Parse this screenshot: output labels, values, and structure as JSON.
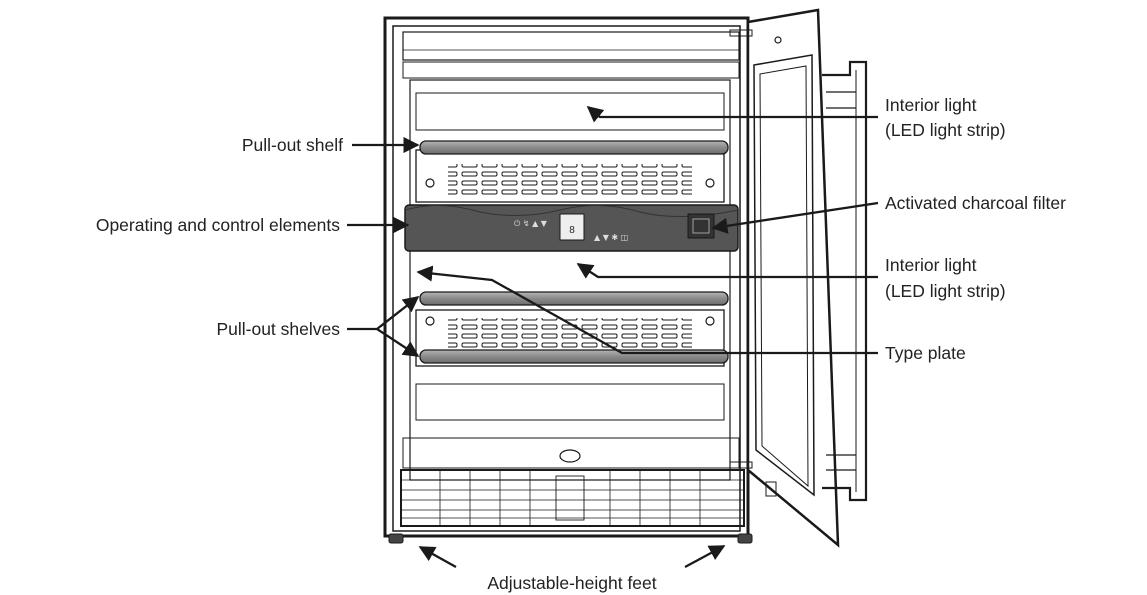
{
  "labels": {
    "pullout_shelf": "Pull-out shelf",
    "operating_controls": "Operating and control elements",
    "pullout_shelves": "Pull-out shelves",
    "interior_light_1_line1": "Interior light",
    "interior_light_1_line2": "(LED light strip)",
    "charcoal_filter": "Activated charcoal filter",
    "interior_light_2_line1": "Interior light",
    "interior_light_2_line2": "(LED light strip)",
    "type_plate": "Type plate",
    "adjustable_feet": "Adjustable-height feet"
  },
  "colors": {
    "line": "#1a1a1a",
    "panel": "#555555",
    "shelf_bar": "#8c8c8c"
  }
}
